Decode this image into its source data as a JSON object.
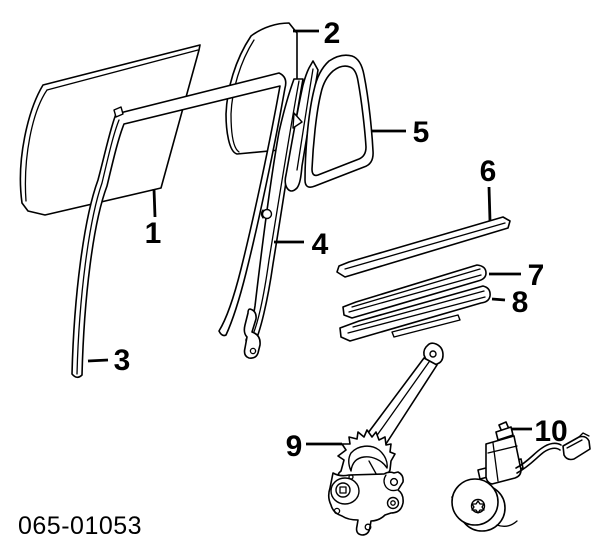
{
  "diagram": {
    "code": "065-01053",
    "callouts": [
      "1",
      "2",
      "3",
      "4",
      "5",
      "6",
      "7",
      "8",
      "9",
      "10"
    ],
    "colors": {
      "ink": "#000000",
      "paper": "#ffffff"
    }
  }
}
